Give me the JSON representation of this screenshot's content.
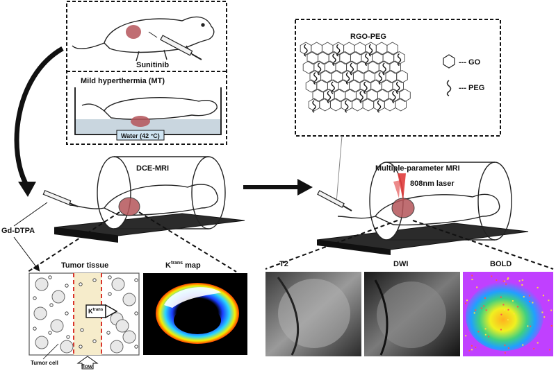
{
  "panels": {
    "treatment": {
      "drug_label": "Sunitinib",
      "mt_label": "Mild hyperthermia (MT)",
      "water_label": "Water (42 °C)"
    },
    "nanomaterial": {
      "title": "RGO-PEG",
      "legend_go": "--- GO",
      "legend_peg": "--- PEG"
    }
  },
  "imaging_left": {
    "scanner_label": "DCE-MRI",
    "contrast_agent": "Gd-DTPA",
    "tumor_tissue_title": "Tumor tissue",
    "tumor_cell_label": "Tumor cell",
    "flow_label": "flow",
    "ktrans_box": "K",
    "ktrans_box_sup": "trans",
    "ktrans_map_title": "K",
    "ktrans_map_sup": "trans",
    "ktrans_map_suffix": " map"
  },
  "imaging_right": {
    "scanner_label": "Multiple-parameter MRI",
    "laser_label": "808nm laser",
    "t2_title": "T2",
    "dwi_title": "DWI",
    "bold_title": "BOLD"
  },
  "colors": {
    "tumor": "#b5555a",
    "water": "#cfe4f2",
    "vessel": "#f6eccb",
    "vessel_edge": "#d9342b",
    "laser": "#e03c3c",
    "map_bg": "#000000"
  }
}
